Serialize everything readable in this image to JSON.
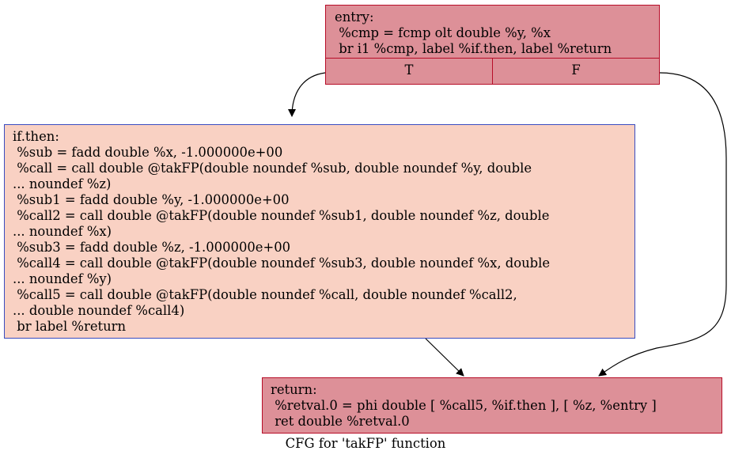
{
  "graph": {
    "caption": "CFG for 'takFP' function",
    "nodes": {
      "entry": {
        "fill": "#dd9098",
        "border": "#b70d28",
        "lines": [
          "entry:",
          " %cmp = fcmp olt double %y, %x",
          " br i1 %cmp, label %if.then, label %return"
        ],
        "ports": [
          "T",
          "F"
        ]
      },
      "if_then": {
        "fill": "#f9d1c3",
        "border": "#3a4cc0",
        "lines": [
          "if.then:",
          " %sub = fadd double %x, -1.000000e+00",
          " %call = call double @takFP(double noundef %sub, double noundef %y, double",
          "... noundef %z)",
          " %sub1 = fadd double %y, -1.000000e+00",
          " %call2 = call double @takFP(double noundef %sub1, double noundef %z, double",
          "... noundef %x)",
          " %sub3 = fadd double %z, -1.000000e+00",
          " %call4 = call double @takFP(double noundef %sub3, double noundef %x, double",
          "... noundef %y)",
          " %call5 = call double @takFP(double noundef %call, double noundef %call2,",
          "... double noundef %call4)",
          " br label %return"
        ]
      },
      "return": {
        "fill": "#dd9098",
        "border": "#b70d28",
        "lines": [
          "return:",
          " %retval.0 = phi double [ %call5, %if.then ], [ %z, %entry ]",
          " ret double %retval.0"
        ]
      }
    },
    "edges": [
      {
        "from": "entry",
        "port": "T",
        "to": "if_then"
      },
      {
        "from": "entry",
        "port": "F",
        "to": "return"
      },
      {
        "from": "if_then",
        "to": "return"
      }
    ]
  }
}
